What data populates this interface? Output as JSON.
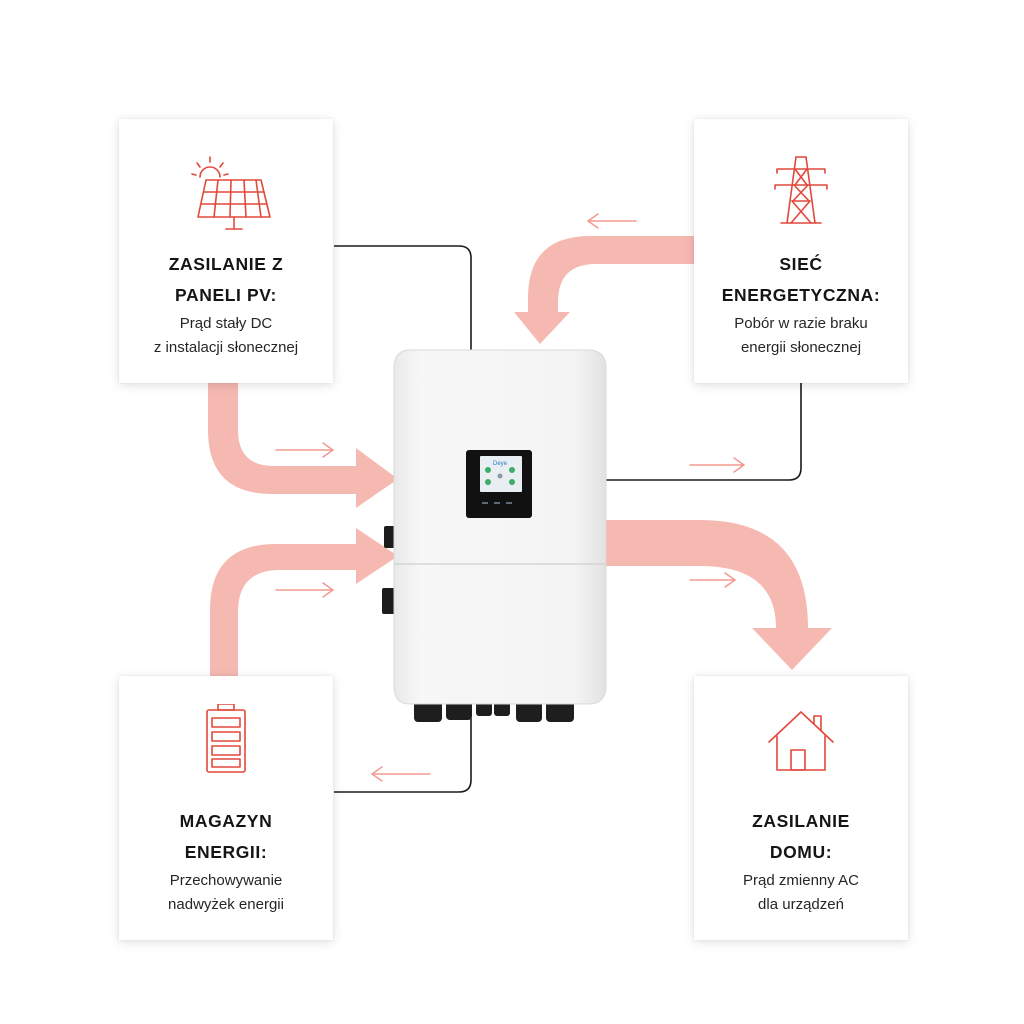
{
  "colors": {
    "accent": "#e2483c",
    "flow": "#f6b9b2",
    "line": "#1a1a1a",
    "inverter": "#f3f3f3"
  },
  "cards": {
    "pv": {
      "icon": "solar-panel-icon",
      "title_line1": "ZASILANIE Z",
      "title_line2": "PANELI PV:",
      "desc_line1": "Prąd stały DC",
      "desc_line2": "z instalacji słonecznej"
    },
    "grid": {
      "icon": "power-tower-icon",
      "title_line1": "SIEĆ",
      "title_line2": "ENERGETYCZNA:",
      "desc_line1": "Pobór w razie braku",
      "desc_line2": "energii słonecznej"
    },
    "battery": {
      "icon": "battery-icon",
      "title_line1": "MAGAZYN",
      "title_line2": "ENERGII:",
      "desc_line1": "Przechowywanie",
      "desc_line2": "nadwyżek energii"
    },
    "home": {
      "icon": "house-icon",
      "title_line1": "ZASILANIE",
      "title_line2": "DOMU:",
      "desc_line1": "Prąd zmienny AC",
      "desc_line2": "dla urządzeń"
    }
  },
  "inverter": {
    "screen_logo": "Deye",
    "icon": "hybrid-inverter-icon"
  }
}
